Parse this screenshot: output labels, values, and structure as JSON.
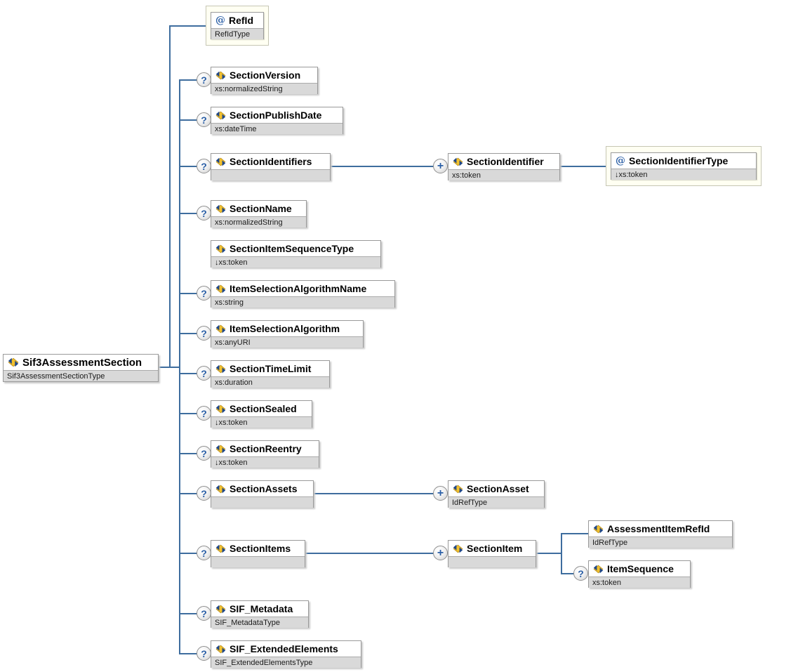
{
  "diagram": {
    "title": "Sif3AssessmentSection schema diagram",
    "markers": {
      "optional": "?",
      "repeat": "+"
    },
    "nodes": [
      {
        "id": "root",
        "label": "Sif3AssessmentSection",
        "type_label": "Sif3AssessmentSectionType",
        "kind": "element",
        "occurrence": "required"
      },
      {
        "id": "refid",
        "label": "RefId",
        "type_label": "RefIdType",
        "kind": "attribute",
        "occurrence": "required"
      },
      {
        "id": "sectionversion",
        "label": "SectionVersion",
        "type_label": "xs:normalizedString",
        "kind": "element",
        "occurrence": "optional"
      },
      {
        "id": "sectionpublishdate",
        "label": "SectionPublishDate",
        "type_label": "xs:dateTime",
        "kind": "element",
        "occurrence": "optional"
      },
      {
        "id": "sectionidentifiers",
        "label": "SectionIdentifiers",
        "type_label": "",
        "kind": "element",
        "occurrence": "optional"
      },
      {
        "id": "sectionidentifier",
        "label": "SectionIdentifier",
        "type_label": "xs:token",
        "kind": "element",
        "occurrence": "repeat"
      },
      {
        "id": "sectionidentifiertype",
        "label": "SectionIdentifierType",
        "type_label": "↓xs:token",
        "kind": "attribute",
        "occurrence": "required"
      },
      {
        "id": "sectionname",
        "label": "SectionName",
        "type_label": "xs:normalizedString",
        "kind": "element",
        "occurrence": "optional"
      },
      {
        "id": "sectionitemsequencetype",
        "label": "SectionItemSequenceType",
        "type_label": "↓xs:token",
        "kind": "element",
        "occurrence": "none"
      },
      {
        "id": "itemselectionalgorithmname",
        "label": "ItemSelectionAlgorithmName",
        "type_label": "xs:string",
        "kind": "element",
        "occurrence": "optional"
      },
      {
        "id": "itemselectionalgorithm",
        "label": "ItemSelectionAlgorithm",
        "type_label": "xs:anyURI",
        "kind": "element",
        "occurrence": "optional"
      },
      {
        "id": "sectiontimelimit",
        "label": "SectionTimeLimit",
        "type_label": "xs:duration",
        "kind": "element",
        "occurrence": "optional"
      },
      {
        "id": "sectionsealed",
        "label": "SectionSealed",
        "type_label": "↓xs:token",
        "kind": "element",
        "occurrence": "optional"
      },
      {
        "id": "sectionreentry",
        "label": "SectionReentry",
        "type_label": "↓xs:token",
        "kind": "element",
        "occurrence": "optional"
      },
      {
        "id": "sectionassets",
        "label": "SectionAssets",
        "type_label": "",
        "kind": "element",
        "occurrence": "optional"
      },
      {
        "id": "sectionasset",
        "label": "SectionAsset",
        "type_label": "IdRefType",
        "kind": "element",
        "occurrence": "repeat"
      },
      {
        "id": "sectionitems",
        "label": "SectionItems",
        "type_label": "",
        "kind": "element",
        "occurrence": "optional"
      },
      {
        "id": "sectionitem",
        "label": "SectionItem",
        "type_label": "",
        "kind": "element",
        "occurrence": "repeat"
      },
      {
        "id": "assessmentitemrefid",
        "label": "AssessmentItemRefId",
        "type_label": "IdRefType",
        "kind": "element",
        "occurrence": "required"
      },
      {
        "id": "itemsequence",
        "label": "ItemSequence",
        "type_label": "xs:token",
        "kind": "element",
        "occurrence": "optional"
      },
      {
        "id": "sifmetadata",
        "label": "SIF_Metadata",
        "type_label": "SIF_MetadataType",
        "kind": "element",
        "occurrence": "optional"
      },
      {
        "id": "sifextendedelements",
        "label": "SIF_ExtendedElements",
        "type_label": "SIF_ExtendedElementsType",
        "kind": "element",
        "occurrence": "optional"
      }
    ]
  }
}
